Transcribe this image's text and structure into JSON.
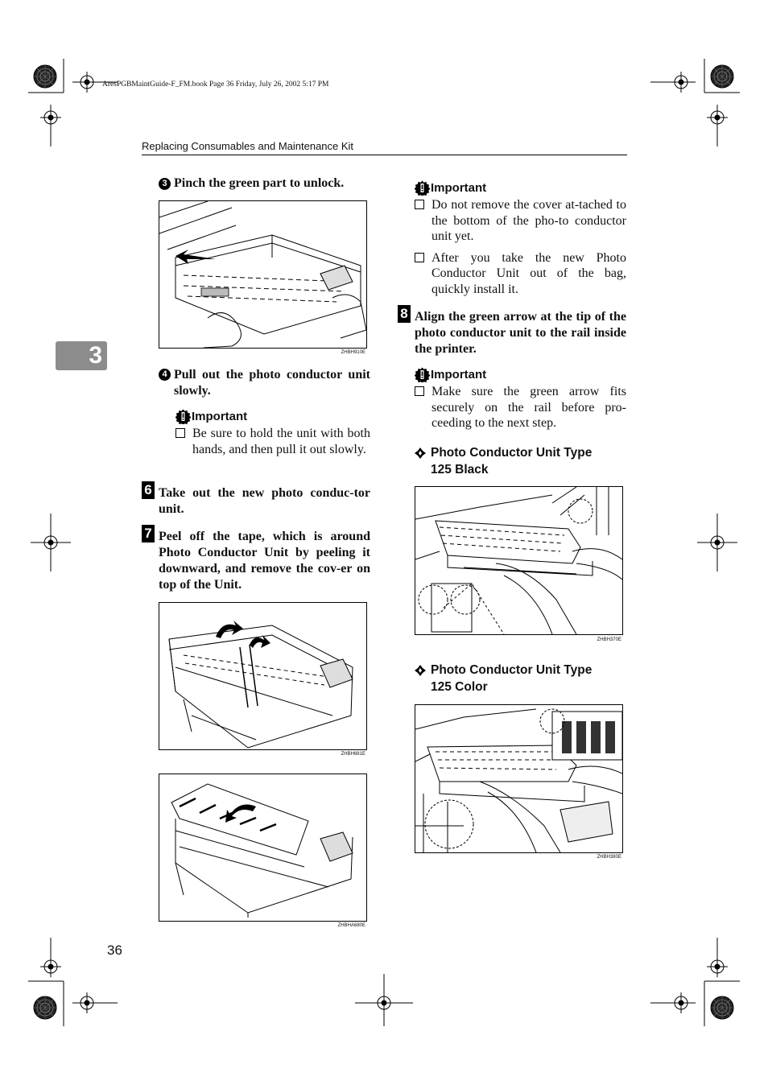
{
  "file_info": "AresPGBMaintGuide-F_FM.book  Page 36  Friday, July 26, 2002  5:17 PM",
  "header": "Replacing Consumables and Maintenance Kit",
  "chapter_tab": "3",
  "page_number": "36",
  "left_column": {
    "substep3": {
      "num": "3",
      "text": "Pinch the green part to unlock."
    },
    "fig1_code": "ZHBH910E",
    "substep4": {
      "num": "4",
      "text": "Pull out the photo conductor unit slowly."
    },
    "important1": {
      "label": "Important",
      "items": [
        "Be sure to hold the unit with both hands, and then pull it out slowly."
      ]
    },
    "step6": {
      "num": "6",
      "text": "Take out the new photo conduc-tor unit."
    },
    "step7": {
      "num": "7",
      "text": "Peel off the tape, which is around Photo Conductor Unit by peeling it downward, and remove the cov-er on top of the Unit."
    },
    "fig2_code": "ZHBH681E",
    "fig3_code": "ZHBHA680E"
  },
  "right_column": {
    "important2": {
      "label": "Important",
      "items": [
        "Do not remove the cover at-tached to the bottom of the pho-to conductor unit yet.",
        "After you take the new Photo Conductor Unit out of the bag, quickly install it."
      ]
    },
    "step8": {
      "num": "8",
      "text": "Align the green arrow at the tip of the photo conductor unit to the rail inside the printer."
    },
    "important3": {
      "label": "Important",
      "items": [
        "Make sure the green arrow fits securely on the rail before pro-ceeding to the next step."
      ]
    },
    "sub_black": "Photo Conductor Unit Type 125 Black",
    "fig4_code": "ZHBH370E",
    "sub_color": "Photo Conductor Unit Type 125 Color",
    "fig5_code": "ZHBH380E"
  }
}
